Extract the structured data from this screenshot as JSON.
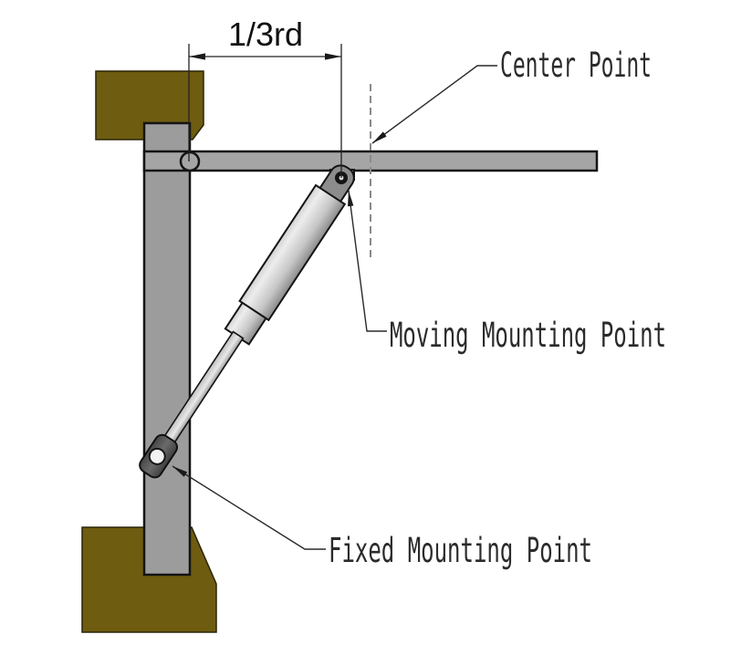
{
  "diagram": {
    "dimension_label": "1/3rd",
    "callouts": {
      "center_point": "Center Point",
      "moving_mount": "Moving Mounting Point",
      "fixed_mount": "Fixed Mounting Point"
    }
  },
  "colors": {
    "background": "#ffffff",
    "wood": "#6e5c10",
    "wood_outline": "#2a2408",
    "post": "#9c9c9c",
    "arm": "#a5a5a5",
    "bracket": "#9c9c9c",
    "outline": "#141414",
    "annotation": "#2a2a2a",
    "centerline": "#8a8a8a",
    "clevis_dark": "#525252",
    "clevis_hole": "#f2f2f2",
    "pin_dark": "#141414",
    "pin_center": "#dcdcdc"
  }
}
